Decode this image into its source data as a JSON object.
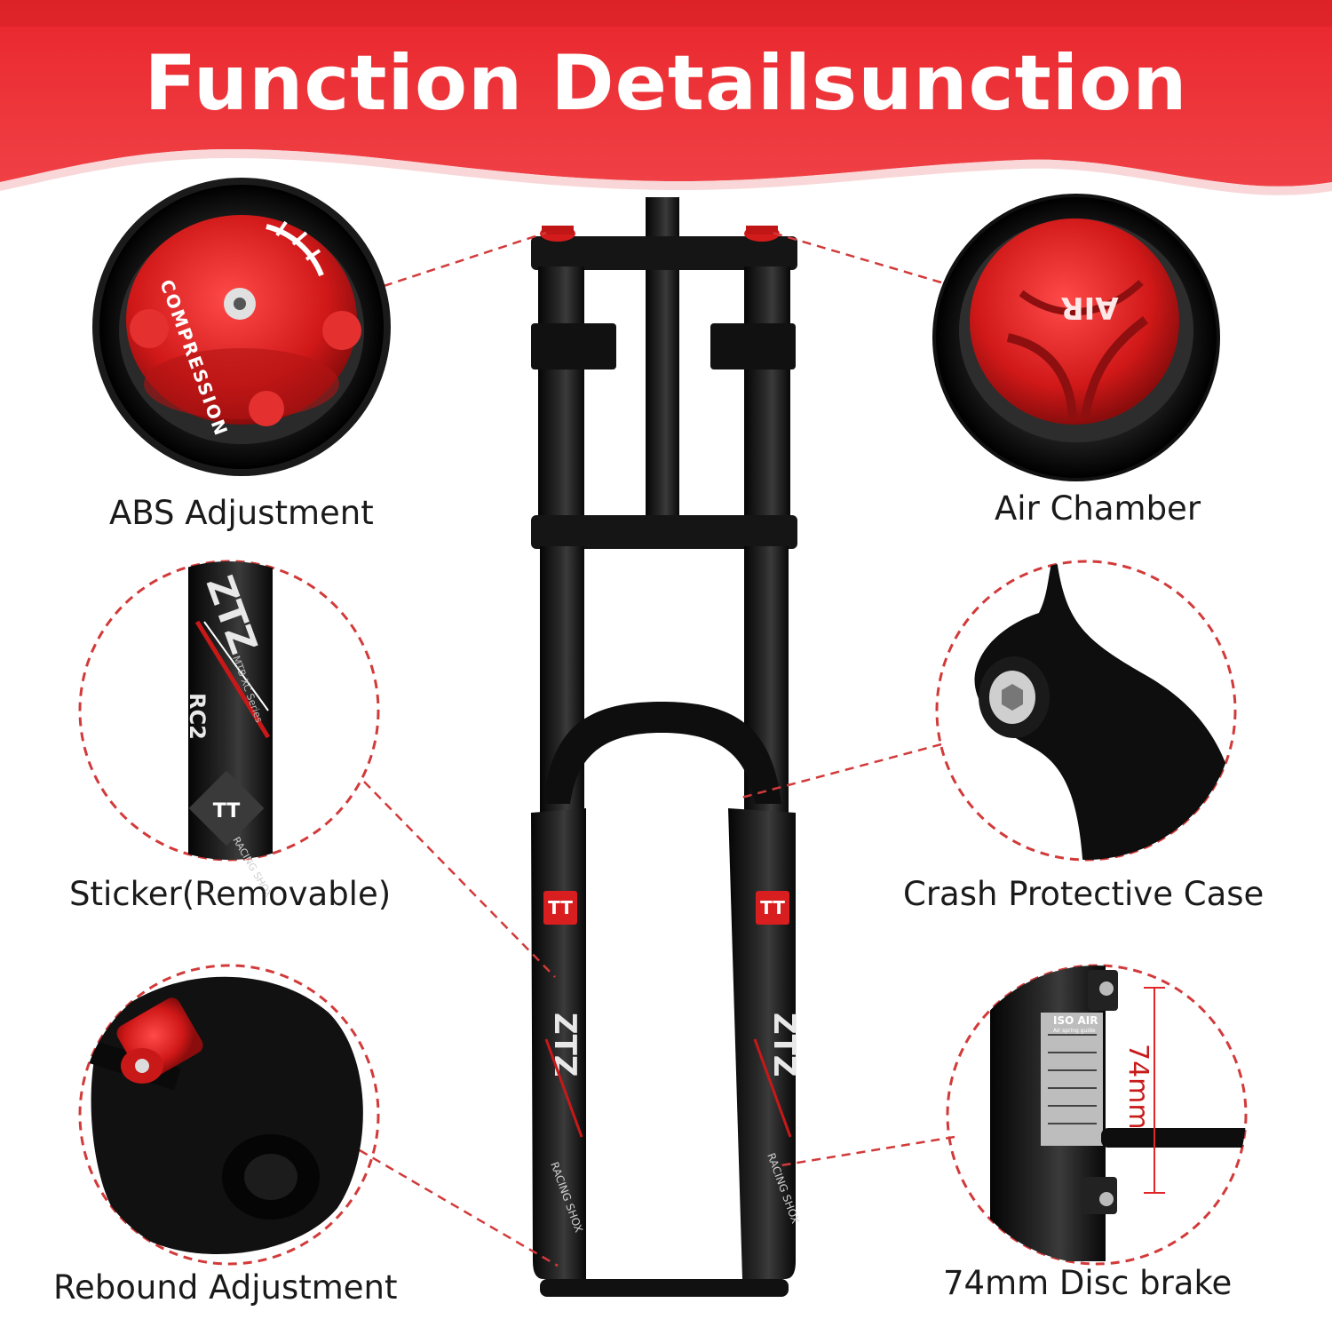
{
  "banner": {
    "title": "Function Detailsunction",
    "color": "#e8262a"
  },
  "features": [
    {
      "label": "ABS Adjustment",
      "icon": "compression-knob"
    },
    {
      "label": "Air  Chamber",
      "icon": "air-cap"
    },
    {
      "label": "Sticker(Removable)",
      "icon": "fork-sticker"
    },
    {
      "label": "Crash Protective Case",
      "icon": "crash-guard"
    },
    {
      "label": "Rebound Adjustment",
      "icon": "rebound-knob"
    },
    {
      "label": "74mm Disc brake",
      "icon": "disc-mount"
    }
  ],
  "detail_text": {
    "compression": "COMPRESSION",
    "air": "AIR",
    "brand": "ZTZ",
    "series": "MTB XC Series",
    "racing": "RACING SHOX",
    "model": "RC2",
    "iso": "ISO AIR",
    "iso_sub": "Air spring guide",
    "measure": "74mm"
  },
  "colors": {
    "accent": "#e8262a",
    "anodized_red": "#d81e1e",
    "fork_black": "#141414",
    "dash": "#d23a3a"
  }
}
